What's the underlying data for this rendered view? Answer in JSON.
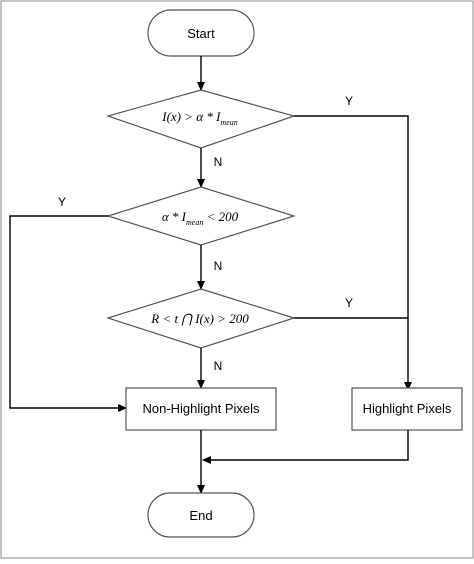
{
  "flowchart": {
    "start": "Start",
    "end": "End",
    "decision1": {
      "left": "I(x) > α * I",
      "sub": "mean"
    },
    "decision2": {
      "left": "α * I",
      "sub": "mean",
      "right": " < 200"
    },
    "decision3": {
      "text": "R < t ⋂ I(x) > 200"
    },
    "box_left": "Non-Highlight Pixels",
    "box_right": "Highlight Pixels",
    "edges": {
      "d1_yes": "Y",
      "d1_no": "N",
      "d2_yes": "Y",
      "d2_no": "N",
      "d3_yes": "Y",
      "d3_no": "N"
    }
  }
}
